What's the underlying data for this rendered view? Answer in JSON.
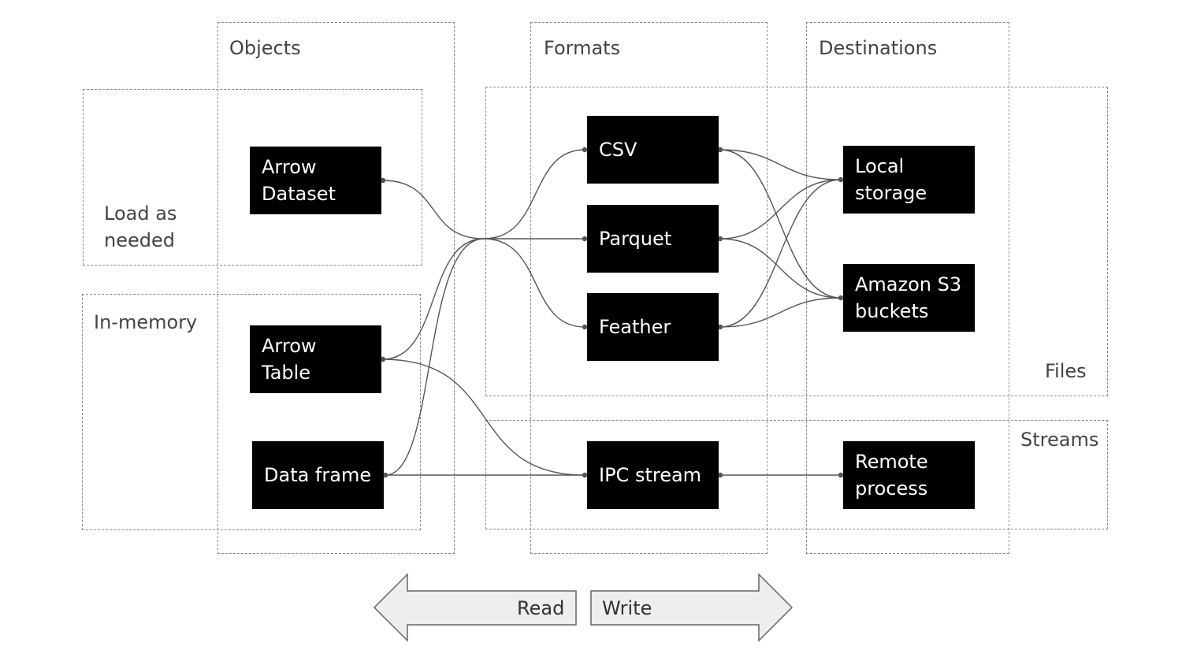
{
  "columns": {
    "objects": "Objects",
    "formats": "Formats",
    "destinations": "Destinations"
  },
  "groups": {
    "load_as_needed": "Load as\nneeded",
    "in_memory": "In-memory",
    "files": "Files",
    "streams": "Streams"
  },
  "nodes": {
    "arrow_dataset": "Arrow\nDataset",
    "arrow_table": "Arrow\nTable",
    "data_frame": "Data frame",
    "csv": "CSV",
    "parquet": "Parquet",
    "feather": "Feather",
    "ipc_stream": "IPC stream",
    "local_storage": "Local\nstorage",
    "amazon_s3": "Amazon S3\nbuckets",
    "remote_process": "Remote\nprocess"
  },
  "direction": {
    "read": "Read",
    "write": "Write"
  },
  "colors": {
    "node_fill": "#000000",
    "node_text": "#ffffff",
    "connector": "#555555",
    "arrow_fill": "#eeeeee",
    "dashed_border": "#8a8a8a"
  }
}
